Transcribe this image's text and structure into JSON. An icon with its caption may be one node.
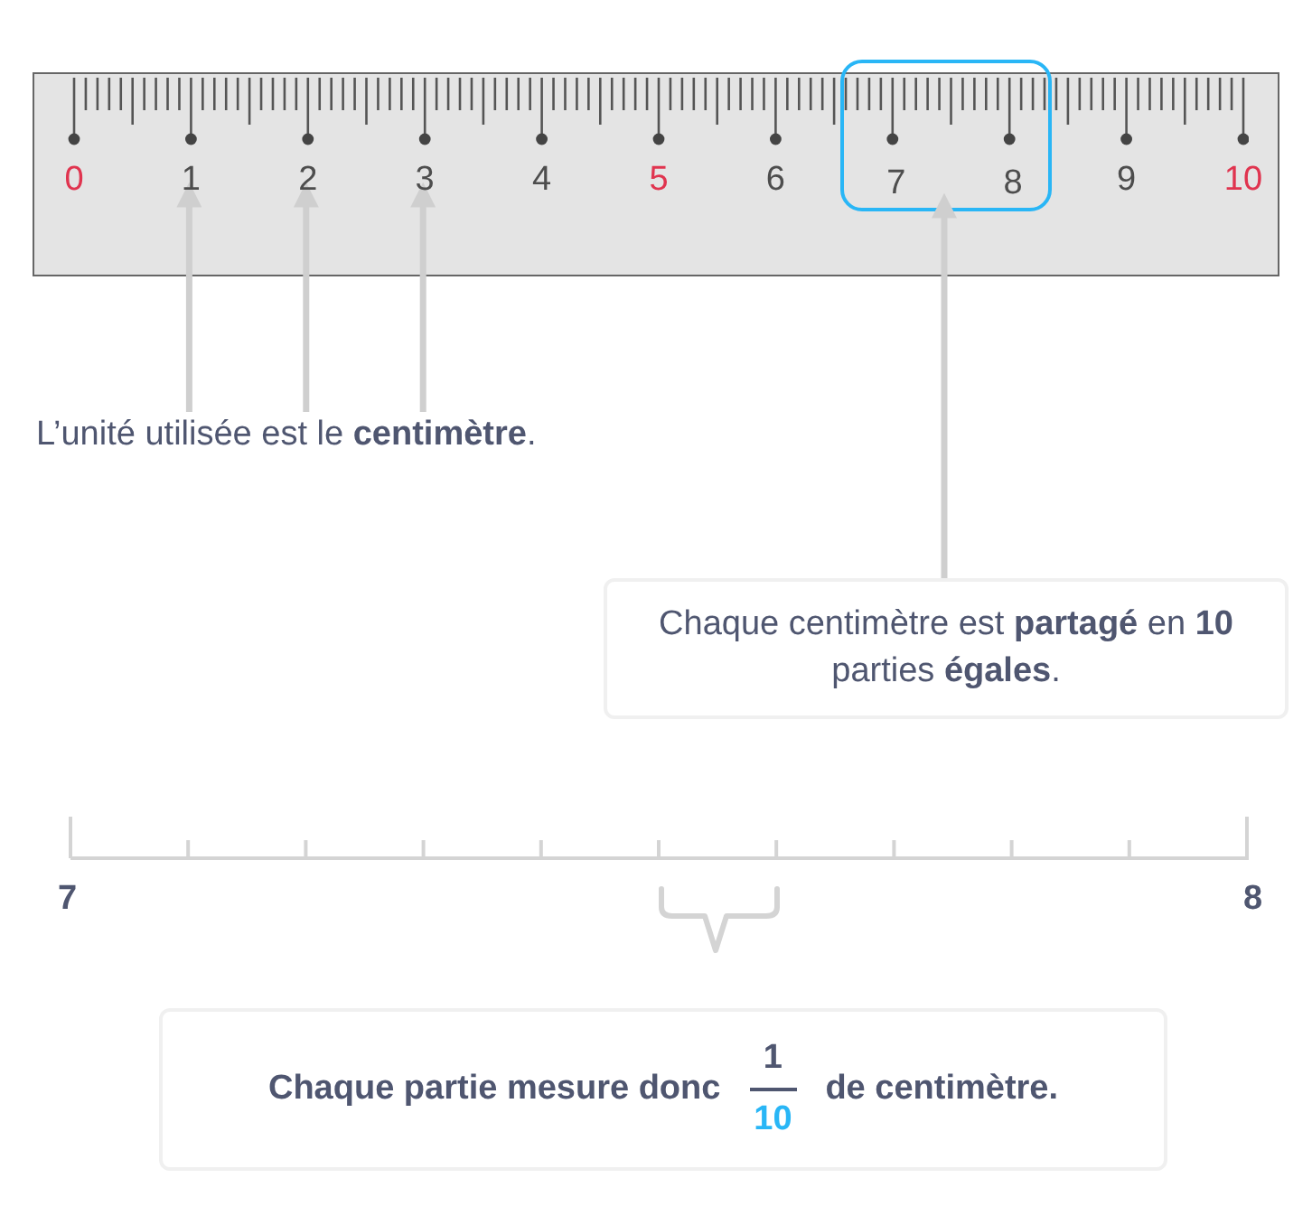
{
  "diagram": {
    "nodes": [
      {
        "text": [],
        "shape": "bar"
      },
      {
        "text": [
          "0"
        ],
        "in": 0
      },
      {
        "text": [
          "1"
        ],
        "in": 0
      },
      {
        "text": [
          "2"
        ],
        "in": 0
      },
      {
        "text": [
          "3"
        ],
        "in": 0
      },
      {
        "text": [
          "4"
        ],
        "in": 0
      },
      {
        "text": [
          "5"
        ],
        "in": 0
      },
      {
        "text": [
          "6"
        ],
        "in": 0
      },
      {
        "text": [],
        "shape": "box",
        "in": 0
      },
      {
        "text": [
          "7"
        ],
        "in": 8
      },
      {
        "text": [
          "8"
        ],
        "in": 8
      },
      {
        "text": [
          "9"
        ],
        "in": 0
      },
      {
        "text": [
          "10"
        ],
        "in": 0
      },
      {
        "text": [
          "L’unité utilisée est le **centimètre**."
        ]
      },
      {
        "text": [
          "Chaque centimètre est **partagé** en **10** parties **égales**."
        ]
      },
      {
        "text": [
          "Chaque partie mesure donc",
          "1",
          "10",
          "de centimètre."
        ]
      }
    ],
    "edges": [
      {
        "from": 13,
        "to": 2,
        "arrow": "to"
      },
      {
        "from": 13,
        "to": 3,
        "arrow": "to"
      },
      {
        "from": 13,
        "to": 4,
        "arrow": "to"
      },
      {
        "from": 14,
        "to": 8,
        "arrow": "to"
      }
    ],
    "labels": [
      "7",
      "8"
    ]
  }
}
